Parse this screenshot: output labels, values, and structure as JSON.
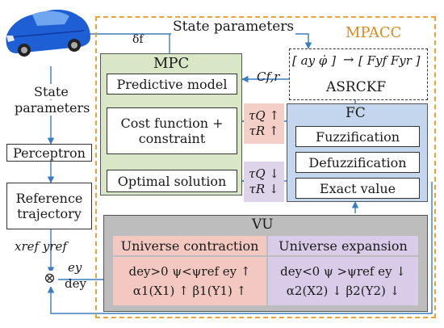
{
  "frame_title": "MPACC",
  "state_parameters_top": "State parameters",
  "state_parameters_left_line1": "State",
  "state_parameters_left_line2": "parameters",
  "delta_f": "δf",
  "cfr": "Cf,r",
  "mpc": {
    "title": "MPC",
    "predictive_model": "Predictive model",
    "cost_function_line1": "Cost function +",
    "cost_function_line2": "constraint",
    "optimal_solution": "Optimal solution"
  },
  "asrckf": {
    "title": "ASRCKF",
    "formula_inputs": "[ ay   φ̇ ]",
    "arrow": "→",
    "formula_outputs": "[ Fyf   Fyr ]"
  },
  "tau_up": {
    "line1": "τQ ↑",
    "line2": "τR ↑"
  },
  "tau_down": {
    "line1": "τQ ↓",
    "line2": "τR ↓"
  },
  "fc": {
    "title": "FC",
    "fuzzification": "Fuzzification",
    "defuzzification": "Defuzzification",
    "exact_value": "Exact value"
  },
  "perceptron": "Perceptron",
  "reference_line1": "Reference",
  "reference_line2": "trajectory",
  "xref_yref": "xref yref",
  "ey": "ey",
  "dey": "dey",
  "summing_symbol": "⊗",
  "vu": {
    "title": "VU",
    "contraction_title": "Universe contraction",
    "expansion_title": "Universe expansion",
    "contraction_line1": "dey>0 ψ<ψref ey ↑",
    "contraction_line2": "α1(X1) ↑ β1(Y1) ↑",
    "expansion_line1": "dey<0 ψ >ψref ey ↓",
    "expansion_line2": "α2(X2) ↓ β2(Y2) ↓"
  },
  "colors": {
    "frame": "#e8a33c",
    "mpacc_text": "#d98a1a",
    "mpc_fill": "#d9e7c7",
    "fc_fill": "#c4d6ee",
    "vu_fill": "#bdbdbd",
    "tau_up_fill": "#f4cfc8",
    "tau_down_fill": "#ddd4ea",
    "contraction_fill": "#f3c8c1",
    "expansion_fill": "#d8cce8",
    "arrow": "#3a7cc4"
  }
}
